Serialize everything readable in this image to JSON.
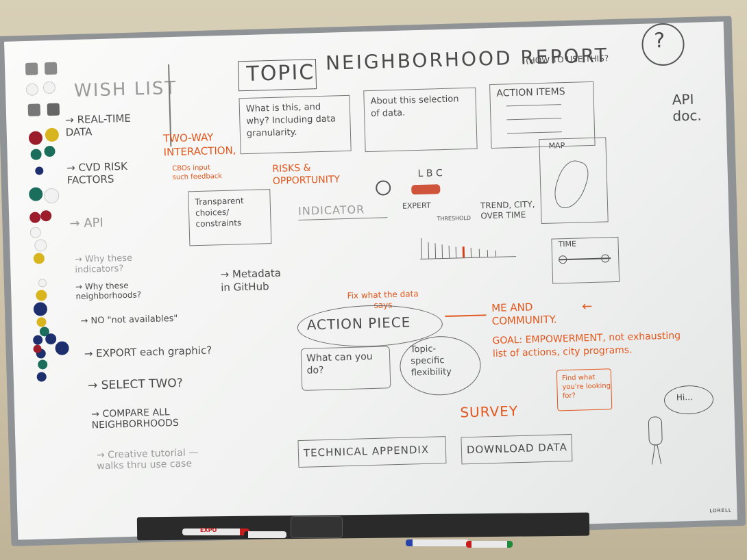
{
  "board": {
    "wish_list": "WISH LIST",
    "title_topic": "TOPIC",
    "title_main": "NEIGHBORHOOD REPORT",
    "how_to_use": "(HOW TO USE THIS?",
    "question_mark": "?",
    "api_doc": "API\ndoc.",
    "box1": "What is this, and\nwhy? Including data\ngranularity.",
    "box2": "About this selection\nof data.",
    "box3_title": "ACTION ITEMS",
    "two_way": "TWO-WAY\nINTERACTION,",
    "cbos": "CBOs input\nsuch feedback",
    "risks": "RISKS &\nOPPORTUNITY",
    "transparent": "Transparent\nchoices/\nconstraints",
    "indicator": "INDICATOR",
    "lbc": "L    B    C",
    "expert": "EXPERT",
    "threshold": "THRESHOLD",
    "trend": "TREND, CITY,\nOVER TIME",
    "map": "MAP",
    "time": "TIME",
    "wish_items": [
      "→ REAL-TIME\n   DATA",
      "→ CVD RISK\n   FACTORS",
      "→ API",
      "→ Why these\n   indicators?",
      "→ Why these\n   neighborhoods?",
      "→ NO \"not availables\"",
      "→ EXPORT each graphic?",
      "→ SELECT TWO?",
      "→ COMPARE ALL\n   NEIGHBORHOODS",
      "→ Creative tutorial —\n   walks thru use case"
    ],
    "metadata": "→ Metadata\n   in GitHub",
    "fix_data": "Fix what the data\nsays",
    "me_and_community": "ME AND\nCOMMUNITY.",
    "action_piece": "ACTION PIECE",
    "what_can_you_do": "What can you\ndo?",
    "topic_specific": "Topic-\nspecific\nflexibility",
    "goal": "GOAL: EMPOWERMENT, not exhausting\nlist of actions, city programs.",
    "survey": "SURVEY",
    "find_what": "Find what\nyou're looking\nfor?",
    "hi": "Hi...",
    "technical_appendix": "TECHNICAL APPENDIX",
    "download_data": "DOWNLOAD DATA",
    "brand": "LORELL",
    "marker_label": "EXPO"
  },
  "colors": {
    "marker_gray": "#4b4b4b",
    "marker_orange": "#e2571d",
    "frame": "#8f9396"
  }
}
